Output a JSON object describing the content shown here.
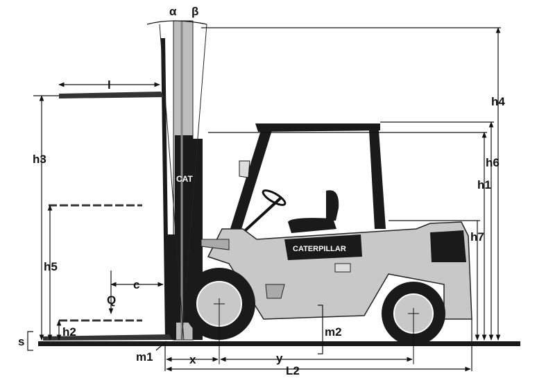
{
  "title": "Forklift dimension diagram",
  "brand": {
    "mast_logo": "CAT",
    "body_logo": "CATERPILLAR"
  },
  "labels": {
    "alpha": "α",
    "beta": "β",
    "l": "l",
    "h3": "h3",
    "h4": "h4",
    "h6": "h6",
    "h1": "h1",
    "h7": "h7",
    "h5": "h5",
    "c": "c",
    "Q": "Q",
    "h2": "h2",
    "s": "s",
    "m1": "m1",
    "m2": "m2",
    "x": "x",
    "y": "y",
    "L2": "L2"
  },
  "colors": {
    "body": "#c8c8c8",
    "dark": "#1a1a1a",
    "mast": "#bdbdbd"
  }
}
